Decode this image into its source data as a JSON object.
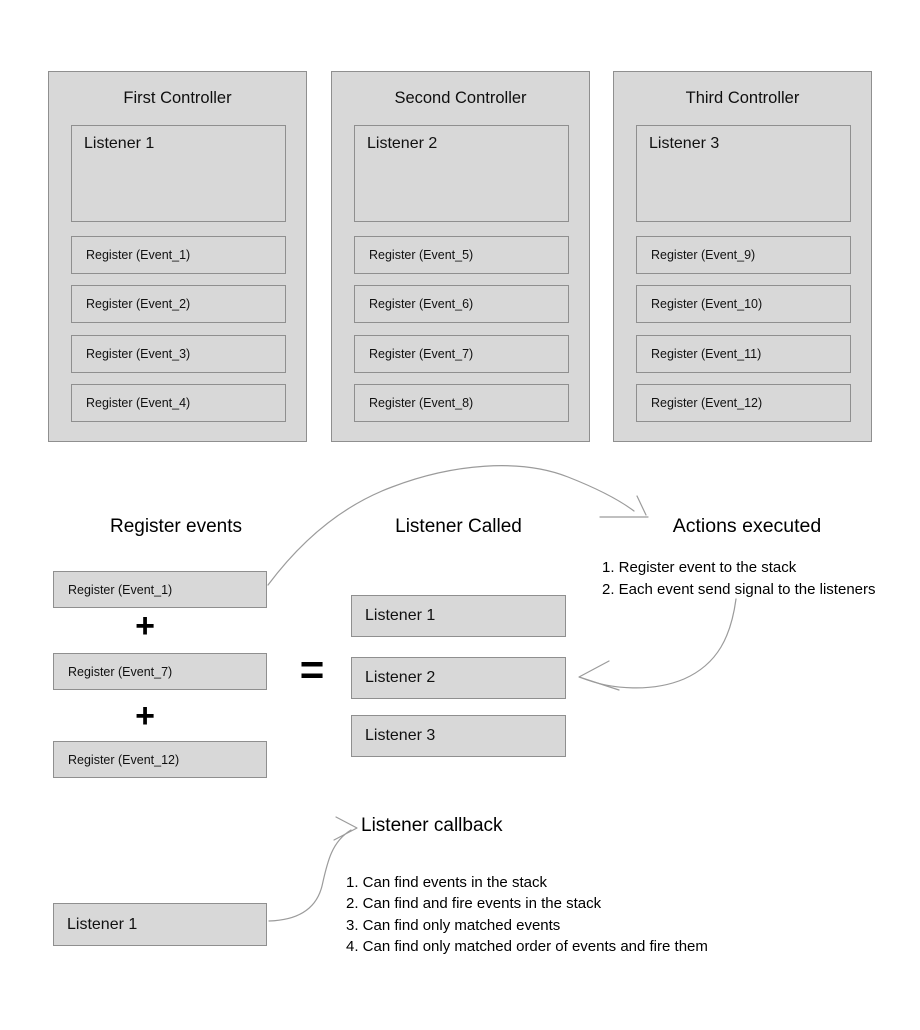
{
  "controllers": [
    {
      "title": "First Controller",
      "listener": "Listener 1",
      "registers": [
        "Register (Event_1)",
        "Register (Event_2)",
        "Register (Event_3)",
        "Register (Event_4)"
      ]
    },
    {
      "title": "Second Controller",
      "listener": "Listener 2",
      "registers": [
        "Register (Event_5)",
        "Register (Event_6)",
        "Register (Event_7)",
        "Register (Event_8)"
      ]
    },
    {
      "title": "Third Controller",
      "listener": "Listener 3",
      "registers": [
        "Register (Event_9)",
        "Register (Event_10)",
        "Register (Event_11)",
        "Register (Event_12)"
      ]
    }
  ],
  "flow": {
    "register_events_title": "Register events",
    "selected_events": [
      "Register (Event_1)",
      "Register (Event_7)",
      "Register (Event_12)"
    ],
    "plus": "+",
    "equals": "=",
    "listener_called_title": "Listener Called",
    "listeners": [
      "Listener 1",
      "Listener 2",
      "Listener 3"
    ],
    "actions_title": "Actions executed",
    "actions_lines": [
      "1. Register event to the stack",
      "2. Each event send signal to the listeners"
    ]
  },
  "callback": {
    "title": "Listener callback",
    "source_box": "Listener 1",
    "notes": [
      "1. Can find events in the stack",
      "2. Can find and fire events in the stack",
      "3. Can find only matched events",
      "4. Can find only matched order of events and fire them"
    ]
  },
  "colors": {
    "box_fill": "#d8d8d8",
    "box_border": "#8f8f8f",
    "arrow": "#9b9b9b",
    "text": "#000000",
    "background": "#ffffff"
  }
}
